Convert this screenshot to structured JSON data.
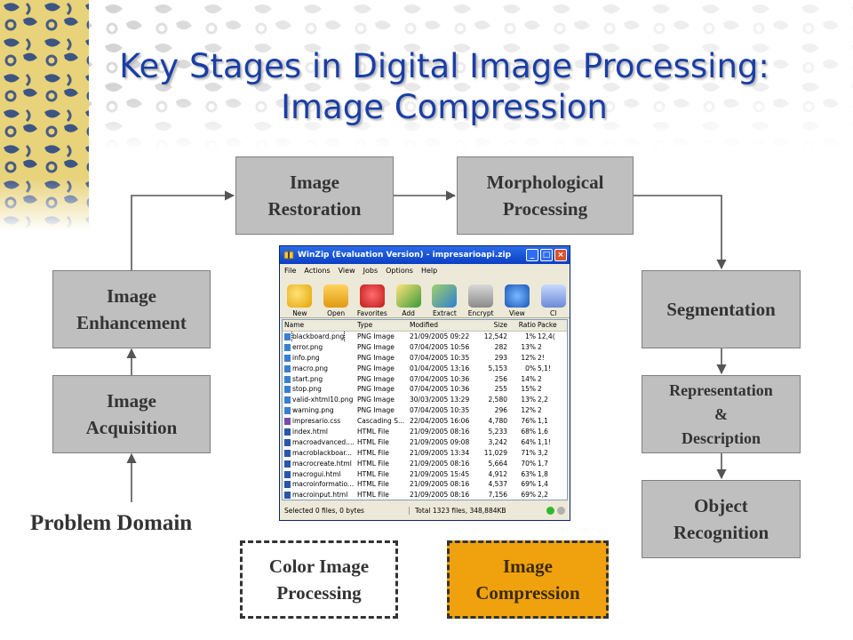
{
  "slide": {
    "title_line1": "Key Stages in Digital Image Processing:",
    "title_line2": "Image Compression"
  },
  "diagram": {
    "problem_domain": "Problem Domain",
    "stages": {
      "acquisition": "Image\nAcquisition",
      "enhancement": "Image\nEnhancement",
      "restoration": "Image\nRestoration",
      "morphological": "Morphological\nProcessing",
      "segmentation": "Segmentation",
      "representation": "Representation\n&\nDescription",
      "recognition": "Object\nRecognition",
      "color": "Color Image\nProcessing",
      "compression": "Image\nCompression"
    }
  },
  "winzip": {
    "title": "WinZip (Evaluation Version) - impresarioapi.zip",
    "menu": [
      "File",
      "Actions",
      "View",
      "Jobs",
      "Options",
      "Help"
    ],
    "toolbar": [
      "New",
      "Open",
      "Favorites",
      "Add",
      "Extract",
      "Encrypt",
      "View",
      "Cl"
    ],
    "columns": [
      "Name",
      "Type",
      "Modified",
      "Size",
      "Ratio",
      "Packe"
    ],
    "rows": [
      [
        "blackboard.png",
        "PNG Image",
        "21/09/2005 09:22",
        "12,542",
        "1%",
        "12,4("
      ],
      [
        "error.png",
        "PNG Image",
        "07/04/2005 10:56",
        "282",
        "13%",
        "2"
      ],
      [
        "info.png",
        "PNG Image",
        "07/04/2005 10:35",
        "293",
        "12%",
        "2!"
      ],
      [
        "macro.png",
        "PNG Image",
        "01/04/2005 13:16",
        "5,153",
        "0%",
        "5,1!"
      ],
      [
        "start.png",
        "PNG Image",
        "07/04/2005 10:36",
        "256",
        "14%",
        "2"
      ],
      [
        "stop.png",
        "PNG Image",
        "07/04/2005 10:36",
        "255",
        "15%",
        "2"
      ],
      [
        "valid-xhtml10.png",
        "PNG Image",
        "30/03/2005 13:29",
        "2,580",
        "13%",
        "2,2"
      ],
      [
        "warning.png",
        "PNG Image",
        "07/04/2005 10:35",
        "296",
        "12%",
        "2"
      ],
      [
        "impresario.css",
        "Cascading S...",
        "22/04/2005 16:06",
        "4,780",
        "76%",
        "1,1"
      ],
      [
        "index.html",
        "HTML File",
        "21/09/2005 08:16",
        "5,233",
        "68%",
        "1,6"
      ],
      [
        "macroadvanced....",
        "HTML File",
        "21/09/2005 09:08",
        "3,242",
        "64%",
        "1,1!"
      ],
      [
        "macroblackboar...",
        "HTML File",
        "21/09/2005 13:34",
        "11,029",
        "71%",
        "3,2"
      ],
      [
        "macrocreate.html",
        "HTML File",
        "21/09/2005 08:16",
        "5,664",
        "70%",
        "1,7"
      ],
      [
        "macrogui.html",
        "HTML File",
        "21/09/2005 15:45",
        "4,912",
        "63%",
        "1,8"
      ],
      [
        "macroinformatio...",
        "HTML File",
        "21/09/2005 08:16",
        "4,537",
        "69%",
        "1,4"
      ],
      [
        "macroinput.html",
        "HTML File",
        "21/09/2005 08:16",
        "7,156",
        "69%",
        "2,2"
      ]
    ],
    "status_left": "Selected 0 files, 0 bytes",
    "status_right": "Total 1323 files, 348,884KB"
  },
  "colors": {
    "title": "#1a3ea6",
    "box_fill": "#bfbfbf",
    "compression_fill": "#f0a20e",
    "pattern": "#1f3f84"
  }
}
